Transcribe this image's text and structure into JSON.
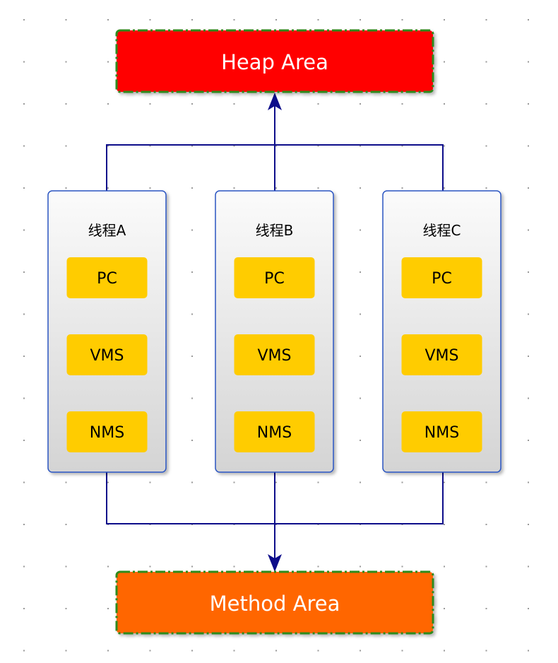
{
  "heap_area": {
    "label": "Heap Area",
    "fill": "#ff0000",
    "border": "#2e8b1e"
  },
  "method_area": {
    "label": "Method Area",
    "fill": "#ff6600",
    "border": "#2e8b1e"
  },
  "colors": {
    "connector": "#0d0d8a",
    "thread_border": "#2b55c2",
    "item_fill": "#ffcc00",
    "grid_dot": "#9a9a9a"
  },
  "threads": [
    {
      "title": "线程A",
      "items": [
        "PC",
        "VMS",
        "NMS"
      ]
    },
    {
      "title": "线程B",
      "items": [
        "PC",
        "VMS",
        "NMS"
      ]
    },
    {
      "title": "线程C",
      "items": [
        "PC",
        "VMS",
        "NMS"
      ]
    }
  ]
}
